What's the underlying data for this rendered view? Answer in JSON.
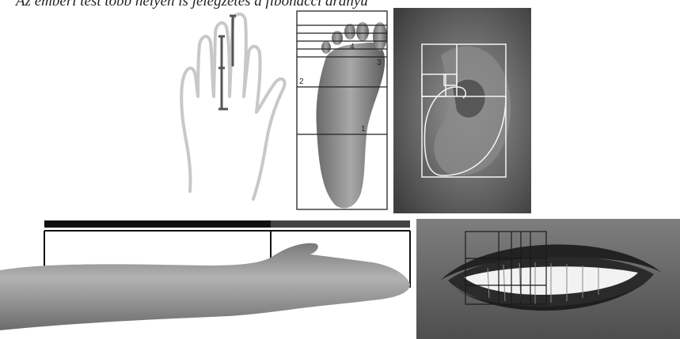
{
  "caption": "Az emberi test több helyén is jelegzetes a fibonacci arányú",
  "panels": {
    "hand": {
      "name": "hand-outline"
    },
    "foot": {
      "name": "foot-sole",
      "labels": [
        "1",
        "2",
        "3",
        "4"
      ]
    },
    "ear": {
      "name": "ear-golden-spiral"
    },
    "arm": {
      "name": "arm-proportions"
    },
    "mouth": {
      "name": "smile-teeth-grid"
    }
  },
  "colors": {
    "outline": "#c8c8c8",
    "bar_dark": "#111111",
    "bar_gray": "#444444",
    "grid_white": "#f4f4f4",
    "grid_dark": "#1a1a1a"
  }
}
